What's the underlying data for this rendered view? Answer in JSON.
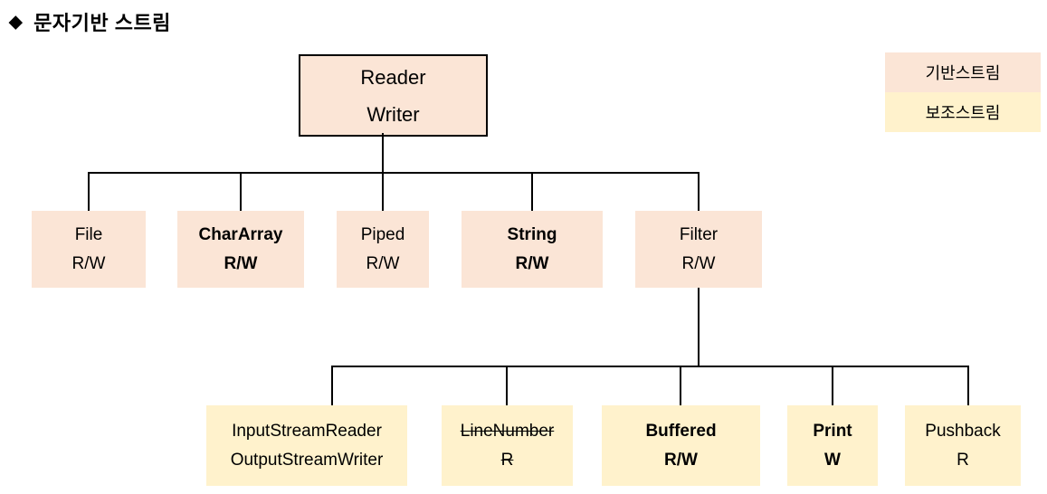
{
  "header": {
    "bullet": "◆",
    "title": "문자기반 스트림"
  },
  "legend": {
    "base_stream": {
      "label": "기반스트림",
      "color": "#fbe5d6"
    },
    "aux_stream": {
      "label": "보조스트림",
      "color": "#fff2cc"
    }
  },
  "colors": {
    "base_node_fill": "#fbe5d6",
    "aux_node_fill": "#fff2cc",
    "connector_line": "#000000",
    "text": "#000000",
    "background": "#ffffff"
  },
  "root": {
    "line1": "Reader",
    "line2": "Writer"
  },
  "level2": [
    {
      "line1": "File",
      "line2": "R/W",
      "bold": false
    },
    {
      "line1": "CharArray",
      "line2": "R/W",
      "bold": true
    },
    {
      "line1": "Piped",
      "line2": "R/W",
      "bold": false
    },
    {
      "line1": "String",
      "line2": "R/W",
      "bold": true
    },
    {
      "line1": "Filter",
      "line2": "R/W",
      "bold": false
    }
  ],
  "level3": [
    {
      "line1": "InputStreamReader",
      "line2": "OutputStreamWriter",
      "bold": false,
      "strike": false
    },
    {
      "line1": "LineNumber",
      "line2": "R",
      "bold": false,
      "strike": true
    },
    {
      "line1": "Buffered",
      "line2": "R/W",
      "bold": true,
      "strike": false
    },
    {
      "line1": "Print",
      "line2": "W",
      "bold": true,
      "strike": false
    },
    {
      "line1": "Pushback",
      "line2": "R",
      "bold": false,
      "strike": false
    }
  ]
}
